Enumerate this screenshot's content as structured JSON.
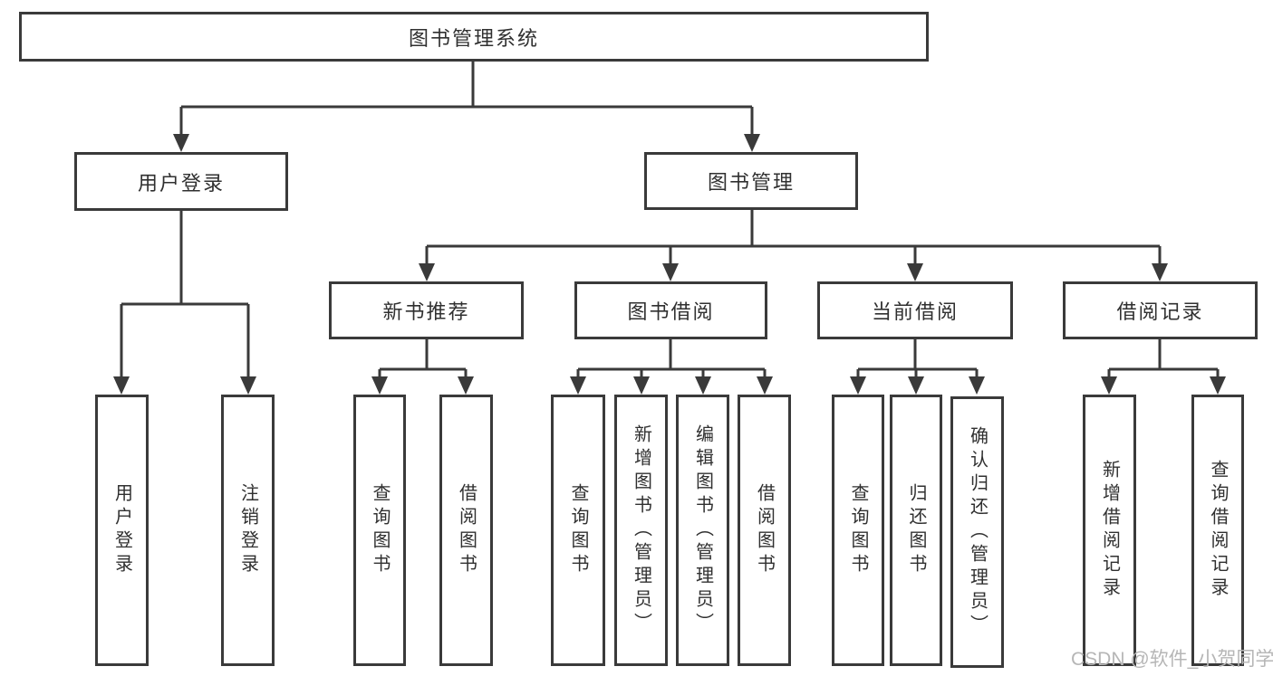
{
  "diagram": {
    "root": {
      "label": "图书管理系统"
    },
    "level2": [
      {
        "label": "用户登录"
      },
      {
        "label": "图书管理"
      }
    ],
    "level3": [
      {
        "label": "新书推荐"
      },
      {
        "label": "图书借阅"
      },
      {
        "label": "当前借阅"
      },
      {
        "label": "借阅记录"
      }
    ],
    "leaves": {
      "user_login": [
        "用户登录",
        "注销登录"
      ],
      "new_book": [
        "查询图书",
        "借阅图书"
      ],
      "book_borrow": [
        "查询图书",
        "新增图书（管理员）",
        "编辑图书（管理员）",
        "借阅图书"
      ],
      "current_borrow": [
        "查询图书",
        "归还图书",
        "确认归还（管理员）"
      ],
      "borrow_record": [
        "新增借阅记录",
        "查询借阅记录"
      ]
    }
  },
  "watermark": {
    "text": "CSDN @软件_小贺同学"
  },
  "colors": {
    "line": "#3a3a3a",
    "box_border": "#3a3a3a",
    "text": "#303030",
    "background": "#ffffff",
    "watermark": "#b6b6b6"
  }
}
